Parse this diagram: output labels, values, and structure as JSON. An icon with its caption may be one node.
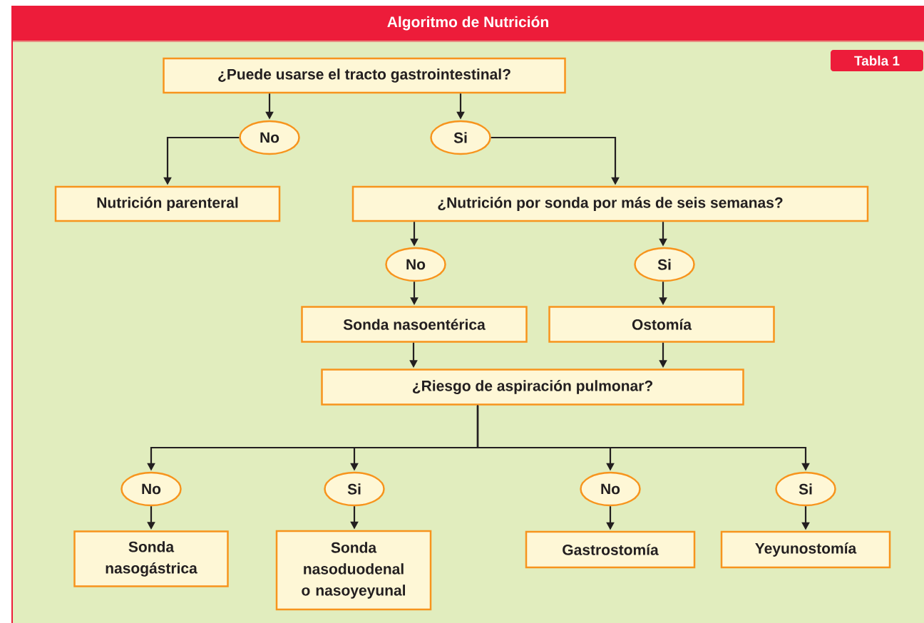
{
  "diagram": {
    "title": "Algoritmo de Nutrición",
    "nodes": [
      {
        "text": [
          "¿Puede usarse el tracto gastrointestinal?"
        ]
      },
      {
        "text": [
          "No"
        ]
      },
      {
        "text": [
          "Si"
        ]
      },
      {
        "text": [
          "Nutrición parenteral"
        ]
      },
      {
        "text": [
          "¿Nutrición por sonda por más de seis semanas?"
        ]
      },
      {
        "text": [
          "No"
        ]
      },
      {
        "text": [
          "Si"
        ]
      },
      {
        "text": [
          "Sonda nasoentérica"
        ]
      },
      {
        "text": [
          "Ostomía"
        ]
      },
      {
        "text": [
          "¿Riesgo de aspiración pulmonar?"
        ]
      },
      {
        "text": [
          "No"
        ]
      },
      {
        "text": [
          "Si"
        ]
      },
      {
        "text": [
          "No"
        ]
      },
      {
        "text": [
          "Si"
        ]
      },
      {
        "text": [
          "Sonda nasogástrica"
        ]
      },
      {
        "text": [
          "Sonda nasoduodenal o nasoyeyunal"
        ]
      },
      {
        "text": [
          "Gastrostomía"
        ]
      },
      {
        "text": [
          "Yeyunostomía"
        ]
      }
    ],
    "edges": [
      {
        "from": 0,
        "to": 1,
        "arrow": "to"
      },
      {
        "from": 0,
        "to": 2,
        "arrow": "to"
      },
      {
        "from": 1,
        "to": 3,
        "arrow": "to"
      },
      {
        "from": 2,
        "to": 4,
        "arrow": "to"
      },
      {
        "from": 4,
        "to": 5,
        "arrow": "to"
      },
      {
        "from": 4,
        "to": 6,
        "arrow": "to"
      },
      {
        "from": 5,
        "to": 7,
        "arrow": "to"
      },
      {
        "from": 6,
        "to": 8,
        "arrow": "to"
      },
      {
        "from": 7,
        "to": 9,
        "arrow": "to"
      },
      {
        "from": 8,
        "to": 9,
        "arrow": "to"
      },
      {
        "from": 9,
        "to": 10,
        "arrow": "to"
      },
      {
        "from": 9,
        "to": 11,
        "arrow": "to"
      },
      {
        "from": 9,
        "to": 12,
        "arrow": "to"
      },
      {
        "from": 9,
        "to": 13,
        "arrow": "to"
      },
      {
        "from": 10,
        "to": 14,
        "arrow": "to"
      },
      {
        "from": 11,
        "to": 15,
        "arrow": "to"
      },
      {
        "from": 12,
        "to": 16,
        "arrow": "to"
      },
      {
        "from": 13,
        "to": 17,
        "arrow": "to"
      }
    ],
    "labels": [
      "Tabla 1"
    ]
  }
}
